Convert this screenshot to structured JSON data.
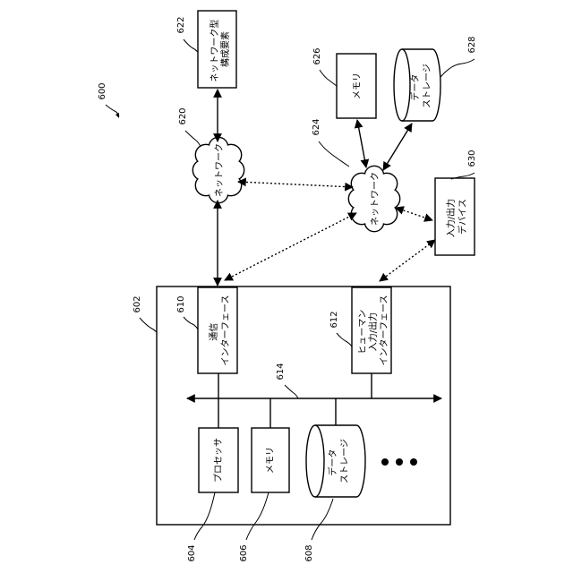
{
  "labels": {
    "ref_600": "600",
    "ref_602": "602",
    "ref_604": "604",
    "ref_606": "606",
    "ref_608": "608",
    "ref_610": "610",
    "ref_612": "612",
    "ref_614": "614",
    "ref_620": "620",
    "ref_622": "622",
    "ref_624": "624",
    "ref_626": "626",
    "ref_628": "628",
    "ref_630": "630"
  },
  "nodes": {
    "network_element": {
      "line1": "ネットワーク型",
      "line2": "構成要素"
    },
    "network_620": {
      "label": "ネットワーク"
    },
    "network_624": {
      "label": "ネットワーク"
    },
    "memory_626": {
      "label": "メモリ"
    },
    "storage_628": {
      "line1": "データ",
      "line2": "ストレージ"
    },
    "io_device_630": {
      "line1": "入力/出力",
      "line2": "デバイス"
    },
    "comm_interface": {
      "line1": "通信",
      "line2": "インターフェース"
    },
    "human_interface": {
      "line1": "ヒューマン",
      "line2": "入力/出力",
      "line3": "インターフェース"
    },
    "processor": {
      "label": "プロセッサ"
    },
    "memory_606": {
      "label": "メモリ"
    },
    "storage_608": {
      "line1": "データ",
      "line2": "ストレージ"
    },
    "ellipsis": "•••"
  }
}
